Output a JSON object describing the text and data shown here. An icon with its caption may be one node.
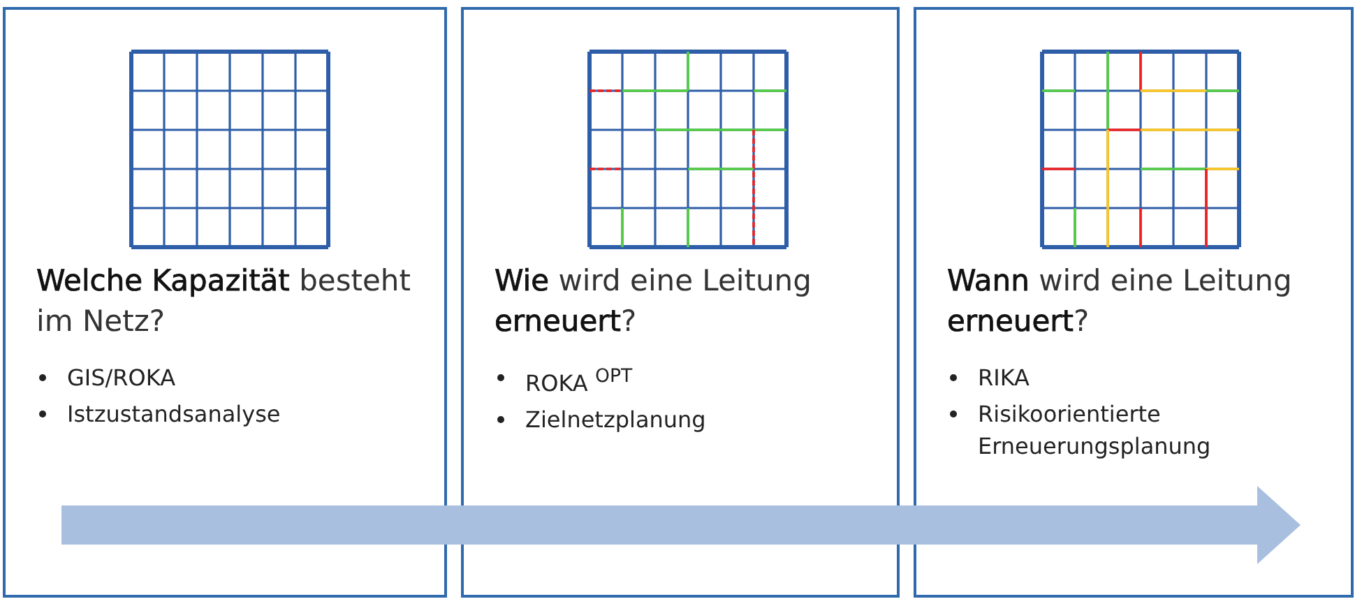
{
  "diagram": {
    "nodes": [
      {
        "text": [
          "**Welche Kapazität** besteht im Netz?",
          "GIS/ROKA",
          "Istzustandsanalyse"
        ]
      },
      {
        "text": [
          "**Wie** wird eine Leitung **erneuert**?",
          "ROKA $^{OPT}$",
          "Zielnetzplanung"
        ]
      },
      {
        "text": [
          "**Wann** wird eine Leitung **erneuert**?",
          "RIKA",
          "Risikoorientierte Erneuerungsplanung"
        ]
      }
    ],
    "edges": []
  }
}
